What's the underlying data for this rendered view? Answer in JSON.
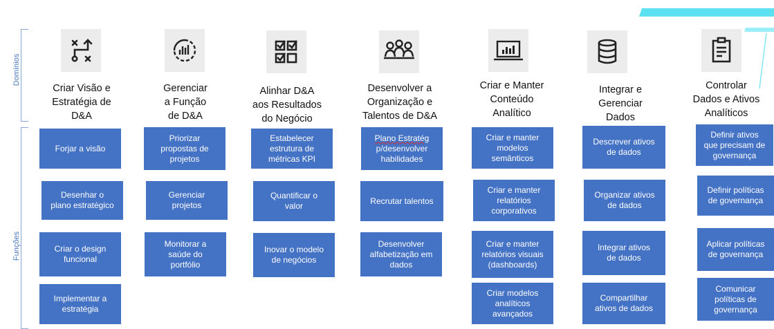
{
  "labels": {
    "domains": "Domínios",
    "functions": "Funções"
  },
  "colors": {
    "box": "#4472c4",
    "accent": "#4a78c2",
    "deco": "#5ce1f0"
  },
  "columns": [
    {
      "icon": "strategy-icon",
      "title": [
        "Criar Visão e",
        "Estratégia de",
        "D&A"
      ],
      "functions": [
        [
          "Forjar a visão"
        ],
        [
          "Desenhar o",
          "plano estratégico"
        ],
        [
          "Criar o design",
          "funcional"
        ],
        [
          "Implementar a",
          "estratégia"
        ]
      ]
    },
    {
      "icon": "chart-circle-icon",
      "title": [
        "Gerenciar",
        "a Função",
        "de D&A"
      ],
      "functions": [
        [
          "Priorizar",
          "propostas de",
          "projetos"
        ],
        [
          "Gerenciar",
          "projetos"
        ],
        [
          "Monitorar a",
          "saúde do",
          "portfólio"
        ]
      ]
    },
    {
      "icon": "checklist-icon",
      "title": [
        "Alinhar D&A",
        "aos Resultados",
        "do Negócio"
      ],
      "functions": [
        [
          "Estabelecer",
          "estrutura de",
          "métricas KPI"
        ],
        [
          "Quantificar o",
          "valor"
        ],
        [
          "Inovar o modelo",
          "de negócios"
        ]
      ]
    },
    {
      "icon": "people-icon",
      "title": [
        "Desenvolver a",
        "Organização e",
        "Talentos de D&A"
      ],
      "functions": [
        [
          "Plano Estratég",
          "p/desenvolver",
          "habilidades"
        ],
        [
          "Recrutar talentos"
        ],
        [
          "Desenvolver",
          "alfabetização em",
          "dados"
        ]
      ]
    },
    {
      "icon": "dashboard-icon",
      "title": [
        "Criar e Manter",
        "Conteúdo",
        "Analítico"
      ],
      "functions": [
        [
          "Criar e manter",
          "modelos",
          "semânticos"
        ],
        [
          "Criar e manter",
          "relatórios",
          "corporativos"
        ],
        [
          "Criar e manter",
          "relatórios visuais",
          "(dashboards)"
        ],
        [
          "Criar modelos",
          "analíticos",
          "avançados"
        ]
      ]
    },
    {
      "icon": "database-icon",
      "title": [
        "Integrar e",
        "Gerenciar",
        "Dados"
      ],
      "functions": [
        [
          "Descrever ativos",
          "de dados"
        ],
        [
          "Organizar ativos",
          "de dados"
        ],
        [
          "Integrar ativos",
          "de dados"
        ],
        [
          "Compartilhar",
          "ativos de dados"
        ]
      ]
    },
    {
      "icon": "clipboard-icon",
      "title": [
        "Controlar",
        "Dados e Ativos",
        "Analíticos"
      ],
      "functions": [
        [
          "Definir ativos",
          "que precisam de",
          "governança"
        ],
        [
          "Definir políticas",
          "de governança"
        ],
        [
          "Aplicar políticas",
          "de governança"
        ],
        [
          "Comunicar",
          "políticas de",
          "governança"
        ]
      ]
    }
  ]
}
